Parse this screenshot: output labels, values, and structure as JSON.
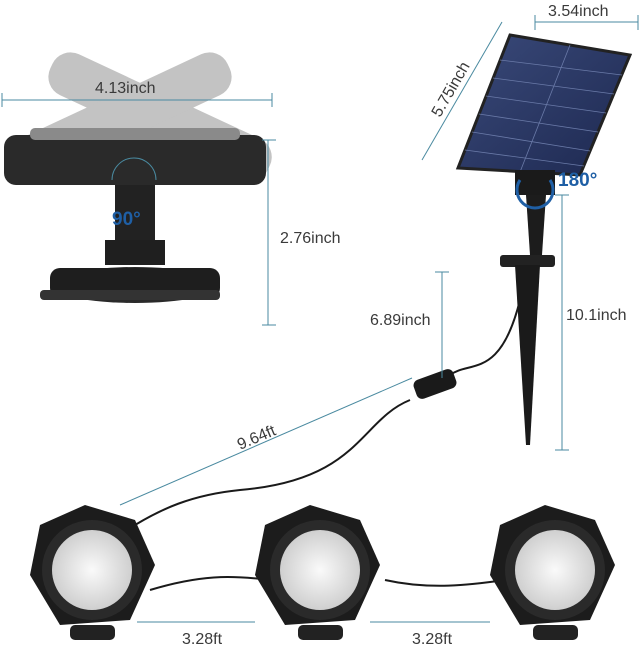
{
  "labels": {
    "panel_width": "3.54inch",
    "panel_height": "5.75inch",
    "lamp_width": "4.13inch",
    "lamp_height": "2.76inch",
    "lamp_rotation": "90°",
    "panel_rotation": "180°",
    "connector_height": "6.89inch",
    "stake_height": "10.1inch",
    "cable_length": "9.64ft",
    "spacing_left": "3.28ft",
    "spacing_right": "3.28ft"
  },
  "colors": {
    "dimension_line": "#4a8aa0",
    "rotation_accent": "#1f5fa5",
    "product_body": "#1c1c1c"
  }
}
